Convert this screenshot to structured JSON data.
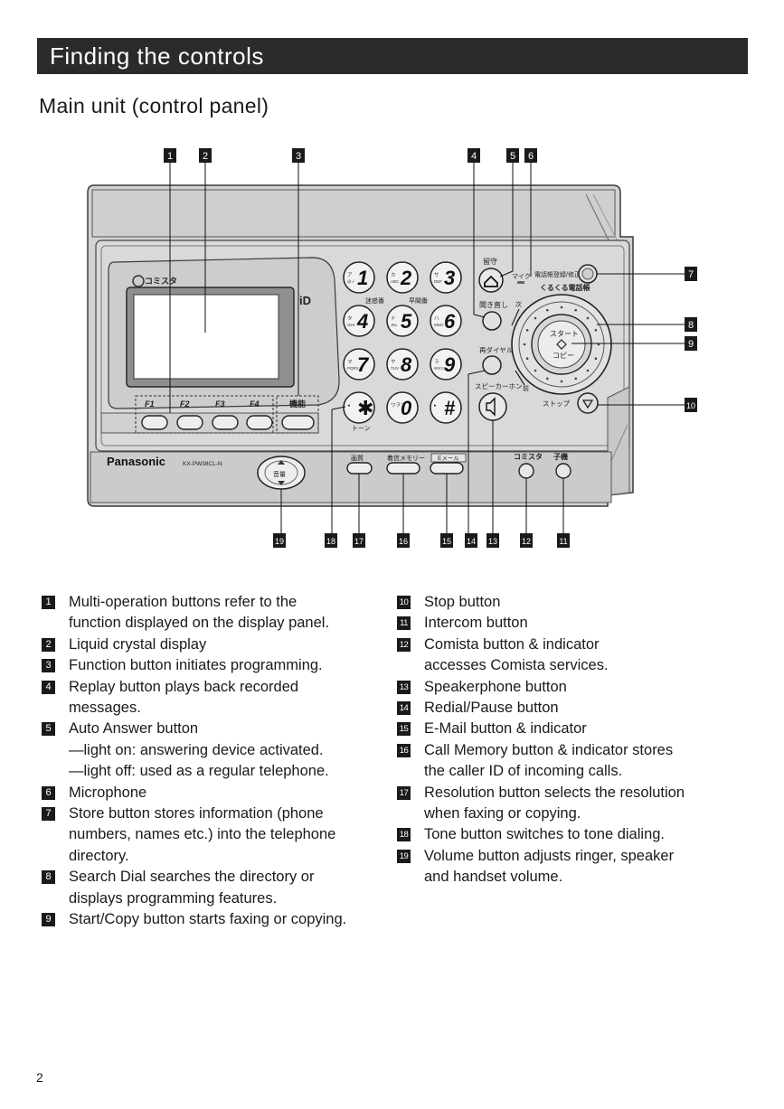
{
  "page_title": "Finding the controls",
  "section_title": "Main unit (control panel)",
  "panel": {
    "brand": "Panasonic",
    "model": "KX-PW38CL-N",
    "comista_logo": "コミスタ",
    "caller_id_logo": "iD",
    "function_keys": [
      "F1",
      "F2",
      "F3",
      "F4"
    ],
    "function_button": "機能",
    "keys": [
      {
        "digit": "1",
        "kana": "ア",
        "letters": "@./-"
      },
      {
        "digit": "2",
        "kana": "カ",
        "letters": "ABC"
      },
      {
        "digit": "3",
        "kana": "サ",
        "letters": "DEF"
      },
      {
        "digit": "4",
        "kana": "タ",
        "letters": "GHI"
      },
      {
        "digit": "5",
        "kana": "ナ",
        "letters": "JKL"
      },
      {
        "digit": "6",
        "kana": "ハ",
        "letters": "MNO"
      },
      {
        "digit": "7",
        "kana": "マ",
        "letters": "PQRS"
      },
      {
        "digit": "8",
        "kana": "ヤ",
        "letters": "TUV"
      },
      {
        "digit": "9",
        "kana": "ラ",
        "letters": "WXYZ"
      },
      {
        "digit": "✱",
        "kana": "◂",
        "letters": ""
      },
      {
        "digit": "0",
        "kana": "ワヲン",
        "letters": ""
      },
      {
        "digit": "#",
        "kana": "▸",
        "letters": ""
      }
    ],
    "tone_label": "トーン",
    "row_label_left": "迷惑番",
    "row_label_right": "早聞番",
    "answer_label": "留守",
    "mic_label": "マイク",
    "store_label": "電話帳登録/修正",
    "dial_label": "くるくる電話帳",
    "replay_label": "聞き直し",
    "next_label": "次",
    "prev_label": "前",
    "redial_label": "再ダイヤル",
    "speaker_label": "スピーカーホン",
    "start_label_1": "スタート",
    "start_label_2": "コピー",
    "stop_label": "ストップ",
    "volume_label": "音量",
    "resolution_label": "画質",
    "call_memory_label": "着信メモリー",
    "email_label": "Eメール",
    "comista_label": "コミスタ",
    "intercom_label": "子機"
  },
  "callouts_top": [
    "1",
    "2",
    "3",
    "4",
    "5",
    "6"
  ],
  "callouts_right": [
    "7",
    "8",
    "9",
    "10"
  ],
  "callouts_bottom": [
    "19",
    "18",
    "17",
    "16",
    "15",
    "14",
    "13",
    "12",
    "11"
  ],
  "legend_left": [
    {
      "num": "1",
      "lines": [
        "Multi-operation buttons refer to the",
        "function displayed on the display panel."
      ]
    },
    {
      "num": "2",
      "lines": [
        "Liquid crystal display"
      ]
    },
    {
      "num": "3",
      "lines": [
        "Function button initiates programming."
      ]
    },
    {
      "num": "4",
      "lines": [
        "Replay button plays back recorded",
        "messages."
      ]
    },
    {
      "num": "5",
      "lines": [
        "Auto Answer button",
        "—light on:  answering device activated.",
        "—light off:  used as a regular telephone."
      ]
    },
    {
      "num": "6",
      "lines": [
        "Microphone"
      ]
    },
    {
      "num": "7",
      "lines": [
        "Store button stores information (phone",
        "numbers, names etc.) into the telephone",
        "directory."
      ]
    },
    {
      "num": "8",
      "lines": [
        "Search Dial searches the directory or",
        "displays programming features."
      ]
    },
    {
      "num": "9",
      "lines": [
        "Start/Copy button starts faxing or copying."
      ]
    }
  ],
  "legend_right": [
    {
      "num": "10",
      "lines": [
        "Stop button"
      ]
    },
    {
      "num": "11",
      "lines": [
        "Intercom button"
      ]
    },
    {
      "num": "12",
      "lines": [
        "Comista button & indicator",
        "accesses Comista services."
      ]
    },
    {
      "num": "13",
      "lines": [
        "Speakerphone button"
      ]
    },
    {
      "num": "14",
      "lines": [
        "Redial/Pause button"
      ]
    },
    {
      "num": "15",
      "lines": [
        "E-Mail button & indicator"
      ]
    },
    {
      "num": "16",
      "lines": [
        "Call Memory button & indicator stores",
        "the caller ID of incoming calls."
      ]
    },
    {
      "num": "17",
      "lines": [
        "Resolution button selects the resolution",
        "when faxing or copying."
      ]
    },
    {
      "num": "18",
      "lines": [
        "Tone button switches to tone dialing."
      ]
    },
    {
      "num": "19",
      "lines": [
        "Volume button adjusts ringer, speaker",
        "and handset volume."
      ]
    }
  ],
  "page_number": "2",
  "colors": {
    "panel": "#d6d6d6",
    "panel_dark": "#bdbdbd",
    "outline": "#3a3a3a",
    "title_bar": "#2b2b2b"
  }
}
